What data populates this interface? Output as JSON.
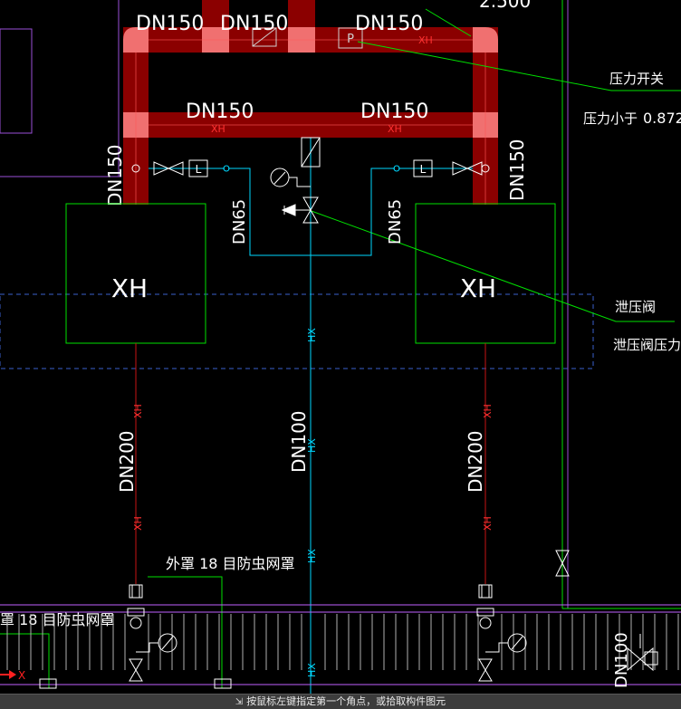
{
  "labels": {
    "top_value": "2.500",
    "dn150": "DN150",
    "dn65": "DN65",
    "dn100": "DN100",
    "dn200": "DN200",
    "xh": "XH",
    "hx": "HX",
    "p_box": "P",
    "pressure_switch": "压力开关",
    "pressure_small": "压力小于",
    "pressure_value": "0.872",
    "relief_valve": "泄压阀",
    "relief_pressure": "泄压阀压力",
    "outer_screen": "外罩 18 目防虫网罩",
    "outer_screen_left": "罩 18 目防虫网罩",
    "x_mark": "X"
  },
  "status_bar": {
    "prompt": "按鼠标左键指定第一个角点，或拾取构件图元"
  },
  "colors": {
    "background": "#000000",
    "pipe_fill": "#8b0000",
    "pipe_bend": "#f06a6a",
    "green": "#00ff00",
    "cyan": "#00e5ff",
    "white": "#ffffff",
    "red_line": "#c81414",
    "purple": "#c060ff",
    "blue_dash": "#3a5fcd"
  }
}
